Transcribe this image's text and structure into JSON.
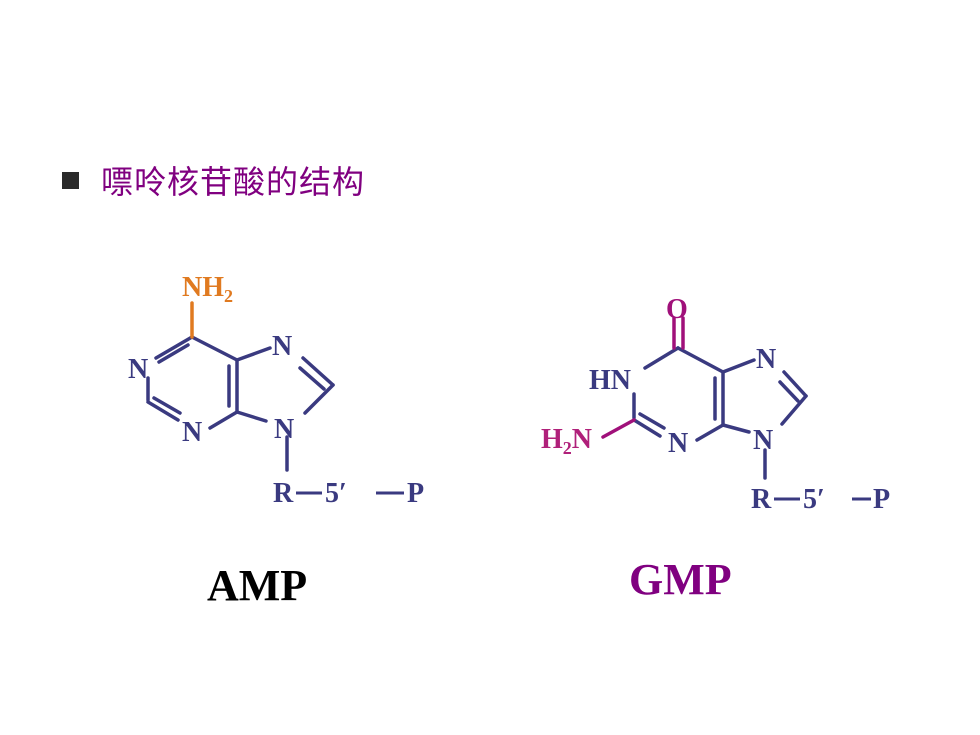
{
  "slide": {
    "bullet_icon": "square-bullet",
    "heading": "嘌呤核苷酸的结构"
  },
  "colors": {
    "bond": "#3a3a80",
    "atom": "#3a3a80",
    "amine_orange": "#e07a20",
    "guanine_magenta": "#b0207a",
    "oxygen_magenta": "#a0107a",
    "gmp_label": "#800080",
    "amp_label": "#000000",
    "heading": "#800080"
  },
  "amp": {
    "label": "AMP",
    "substituent": {
      "main": "NH",
      "sub": "2"
    },
    "atoms": {
      "n1": "N",
      "n3": "N",
      "n7": "N",
      "n9": "N"
    },
    "chain": {
      "r": "R",
      "five": "5′",
      "p": "P"
    }
  },
  "gmp": {
    "label": "GMP",
    "oxygen": "O",
    "amine": {
      "pre": "H",
      "sub": "2",
      "post": "N"
    },
    "atoms": {
      "hn": "HN",
      "n3": "N",
      "n7": "N",
      "n9": "N"
    },
    "chain": {
      "r": "R",
      "five": "5′",
      "p": "P"
    }
  }
}
